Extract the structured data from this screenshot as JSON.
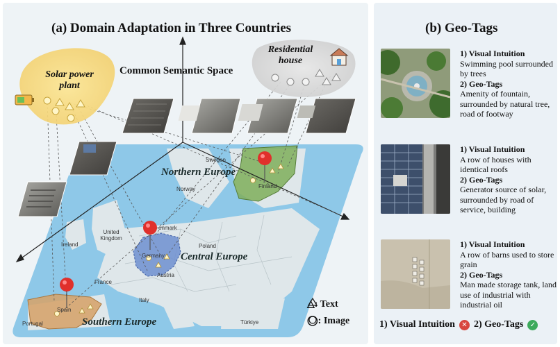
{
  "left": {
    "title": "(a) Domain Adaptation in Three Countries",
    "common_space": "Common Semantic Space",
    "solar_label": "Solar power plant",
    "residential_label": "Residential house",
    "regions": {
      "north": "Northern Europe",
      "central": "Central Europe",
      "south": "Southern Europe"
    },
    "countries": {
      "sweden": "Sweden",
      "norway": "Norway",
      "finland": "Finland",
      "denmark": "enmark",
      "uk": "United Kingdom",
      "ireland": "Ireland",
      "poland": "Poland",
      "germany": "Germany",
      "france": "France",
      "austria": "Austria",
      "italy": "Italy",
      "spain": "Spain",
      "portugal": "Portugal",
      "turkey": "Türkiye"
    },
    "legend": {
      "text": "△: Text",
      "image": "◯: Image"
    }
  },
  "right": {
    "title": "(b) Geo-Tags",
    "cards": [
      {
        "vi_head": "1) Visual Intuition",
        "vi_body": "Swimming pool surrounded by trees",
        "gt_head": "2) Geo-Tags",
        "gt_body": "Amenity of fountain, surrounded by natural tree, road of footway"
      },
      {
        "vi_head": "1) Visual Intuition",
        "vi_body": "A row of houses with identical roofs",
        "gt_head": "2) Geo-Tags",
        "gt_body": "Generator source of solar, surrounded by road of service, building"
      },
      {
        "vi_head": "1) Visual Intuition",
        "vi_body": "A row of barns used to store grain",
        "gt_head": "2) Geo-Tags",
        "gt_body": "Man made storage tank, land use of industrial with industrial oil"
      }
    ],
    "bottom_vi": "1) Visual Intuition",
    "bottom_gt": "2) Geo-Tags"
  },
  "colors": {
    "solar_blob": "#f6d77a",
    "residential_blob": "#d6d6d6",
    "sea": "#8cc7e8",
    "land": "#dde6e9",
    "north_region": "#7fae5a",
    "central_region": "#6f8fd0",
    "south_region": "#d6a36a",
    "pin": "#e0302b",
    "cross": "#d8463e",
    "check": "#3daa5c"
  },
  "icons": [
    "battery-icon",
    "house-icon",
    "map-pin-icon",
    "cross-icon",
    "check-icon"
  ]
}
